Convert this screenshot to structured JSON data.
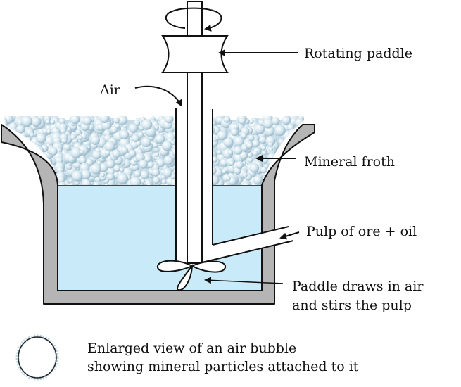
{
  "title": "Froth flotation process",
  "labels": {
    "rotating_paddle": "Rotating paddle",
    "air": "Air",
    "mineral_froth": "Mineral froth",
    "pulp": "Pulp of ore + oil",
    "paddle_line1": "Paddle draws in air",
    "paddle_line2": "and stirs the pulp",
    "bubble_line1": "Enlarged view of an air bubble",
    "bubble_line2": "showing mineral particles attached to it"
  },
  "colors": {
    "tank_wall": "#b5b5b5",
    "liquid": "#c9eaf8",
    "froth": "#d8e8f0",
    "outline": "#111111"
  }
}
